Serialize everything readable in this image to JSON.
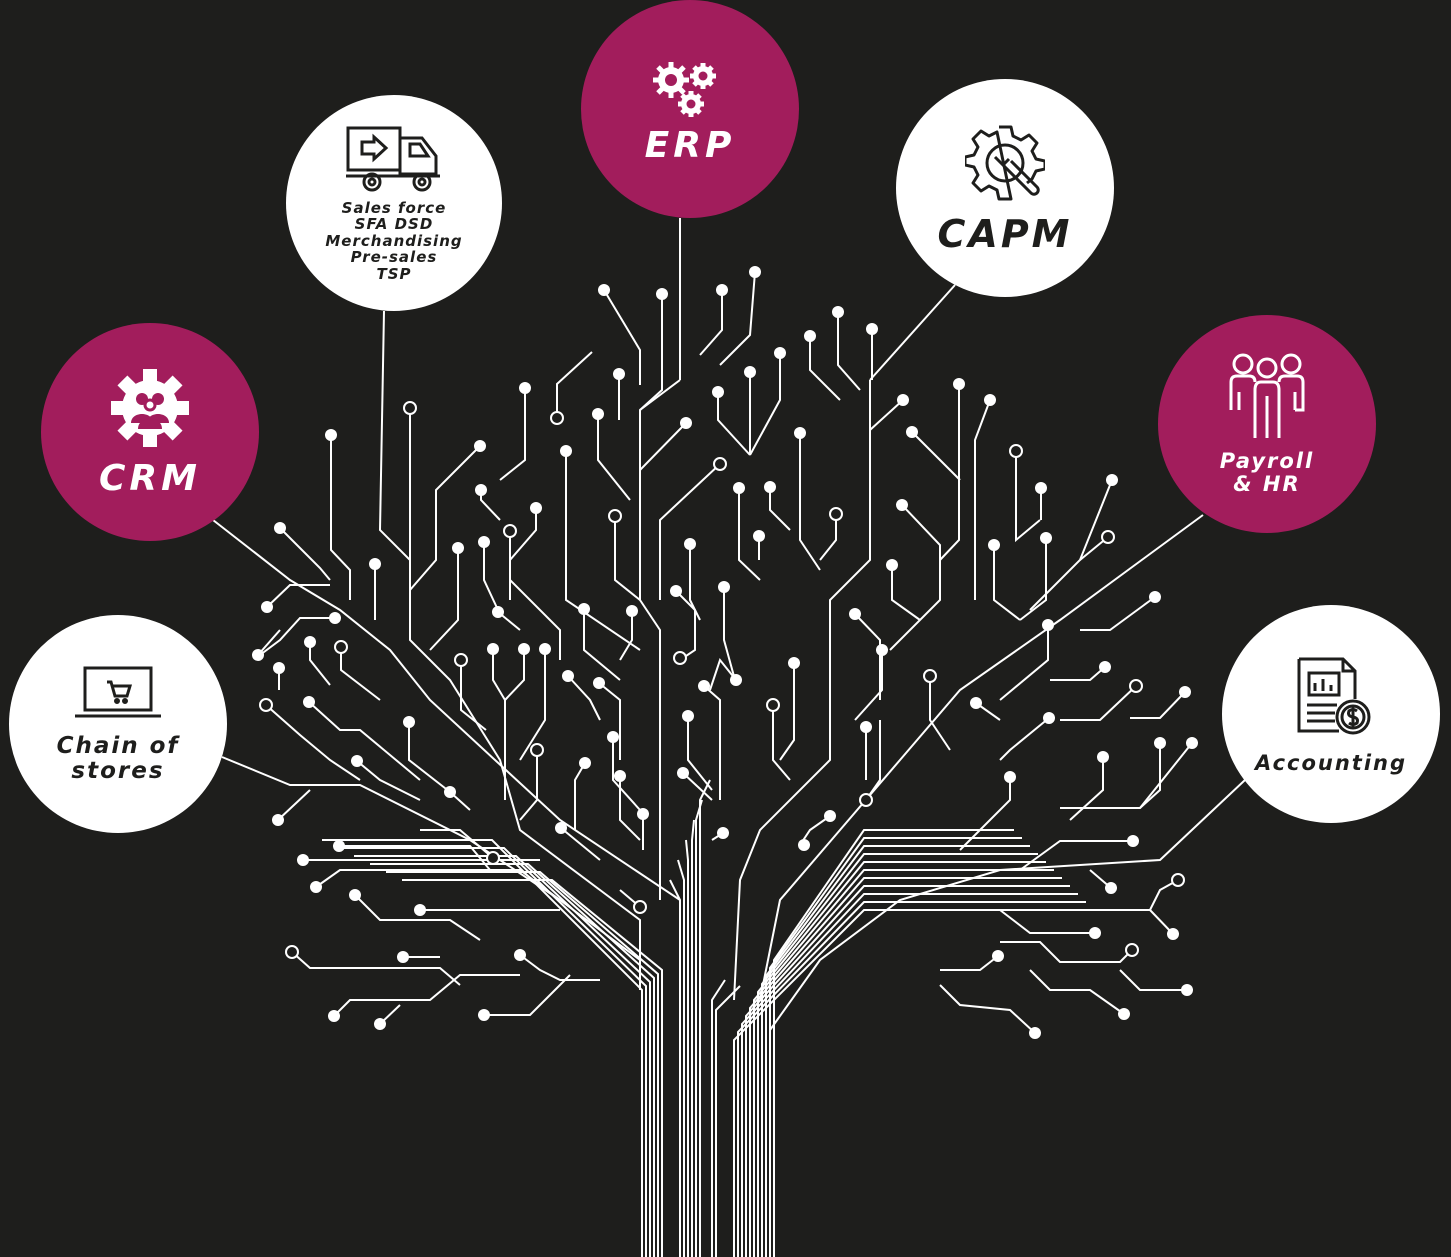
{
  "colors": {
    "background": "#1e1e1c",
    "accent": "#a21d5c",
    "line": "#ffffff",
    "white_node": "#ffffff"
  },
  "nodes": {
    "erp": {
      "label": "ERP",
      "icon": "gears-icon",
      "style": "magenta"
    },
    "sfa": {
      "lines": [
        "Sales force",
        "SFA DSD",
        "Merchandising",
        "Pre-sales",
        "TSP"
      ],
      "icon": "delivery-truck-icon",
      "style": "white"
    },
    "capm": {
      "label": "CAPM",
      "icon": "gear-wrench-icon",
      "style": "white"
    },
    "crm": {
      "label": "CRM",
      "icon": "gear-people-icon",
      "style": "magenta"
    },
    "payroll": {
      "lines": [
        "Payroll",
        "& HR"
      ],
      "icon": "people-group-icon",
      "style": "magenta"
    },
    "chain": {
      "lines": [
        "Chain of",
        "stores"
      ],
      "icon": "laptop-cart-icon",
      "style": "white"
    },
    "accounting": {
      "label": "Accounting",
      "icon": "report-dollar-icon",
      "style": "white"
    }
  }
}
